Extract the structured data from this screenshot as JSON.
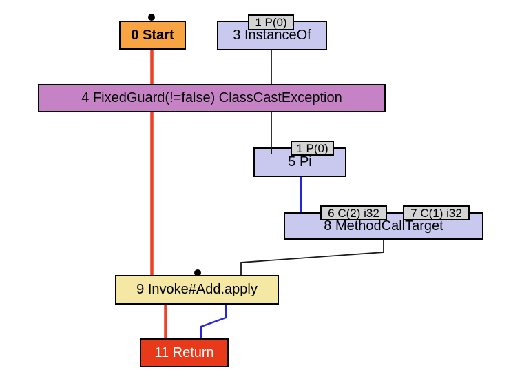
{
  "canvas": {
    "background": "#ffffff"
  },
  "colors": {
    "control_flow_edge": "#ee4023",
    "data_flow_edge": "#2525e0",
    "association_edge": "#1a1a1a",
    "node_border": "#000000",
    "start_node_fill": "#f8a443",
    "floating_node_fill": "#c9c9f0",
    "guard_node_fill": "#c583c5",
    "invoke_node_fill": "#f5e8a5",
    "return_node_fill": "#e8391b",
    "slot_label_fill": "#d4d4d4"
  },
  "nodes": {
    "start": {
      "label": "0 Start"
    },
    "instance_of": {
      "label": "3 InstanceOf"
    },
    "fixed_guard": {
      "label": "4 FixedGuard(!=false) ClassCastException"
    },
    "pi": {
      "label": "5 Pi"
    },
    "method_call_target": {
      "label": "8 MethodCallTarget"
    },
    "invoke": {
      "label": "9 Invoke#Add.apply"
    },
    "return": {
      "label": "11 Return"
    }
  },
  "slot_labels": {
    "instance_of_input": {
      "label": "1 P(0)"
    },
    "pi_input": {
      "label": "1 P(0)"
    },
    "mct_input_1": {
      "label": "6 C(2) i32"
    },
    "mct_input_2": {
      "label": "7 C(1) i32"
    }
  }
}
